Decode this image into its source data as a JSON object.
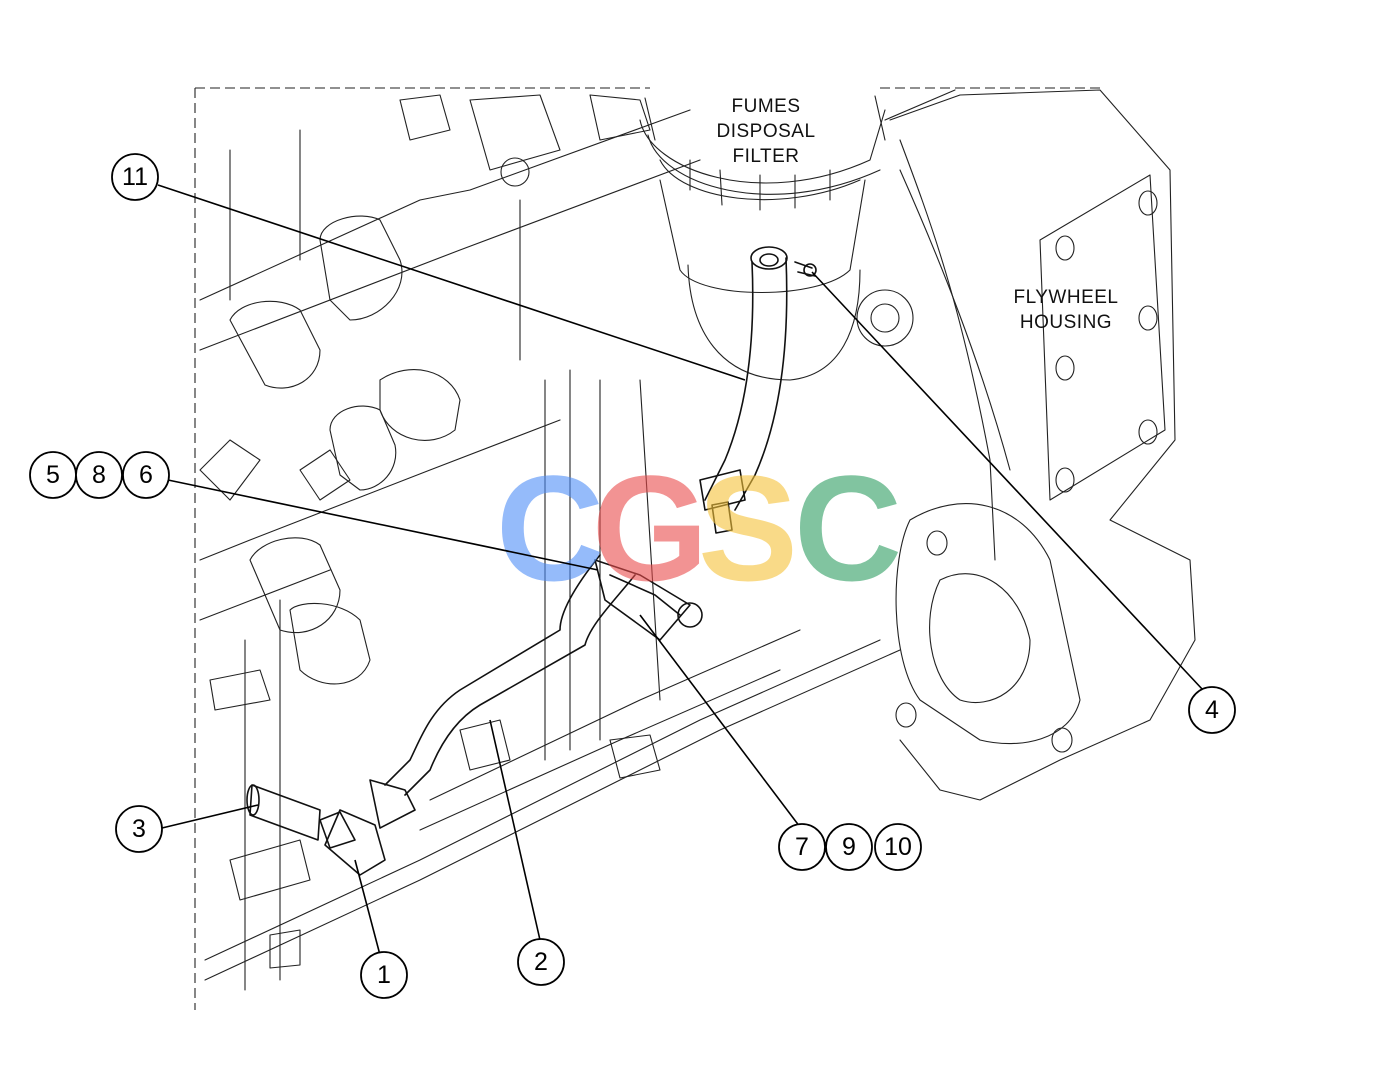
{
  "labels": {
    "fumes_line1": "FUMES",
    "fumes_line2": "DISPOSAL",
    "fumes_line3": "FILTER",
    "flywheel_line1": "FLYWHEEL",
    "flywheel_line2": "HOUSING"
  },
  "callouts": {
    "c1": "1",
    "c2": "2",
    "c3": "3",
    "c4": "4",
    "c5": "5",
    "c6": "6",
    "c7": "7",
    "c8": "8",
    "c9": "9",
    "c10": "10",
    "c11": "11"
  },
  "watermark": {
    "letters": [
      "C",
      "G",
      "S",
      "C"
    ],
    "colors": [
      "#4f8ef7",
      "#ea4c4c",
      "#f6c33a",
      "#2e9e62"
    ]
  }
}
